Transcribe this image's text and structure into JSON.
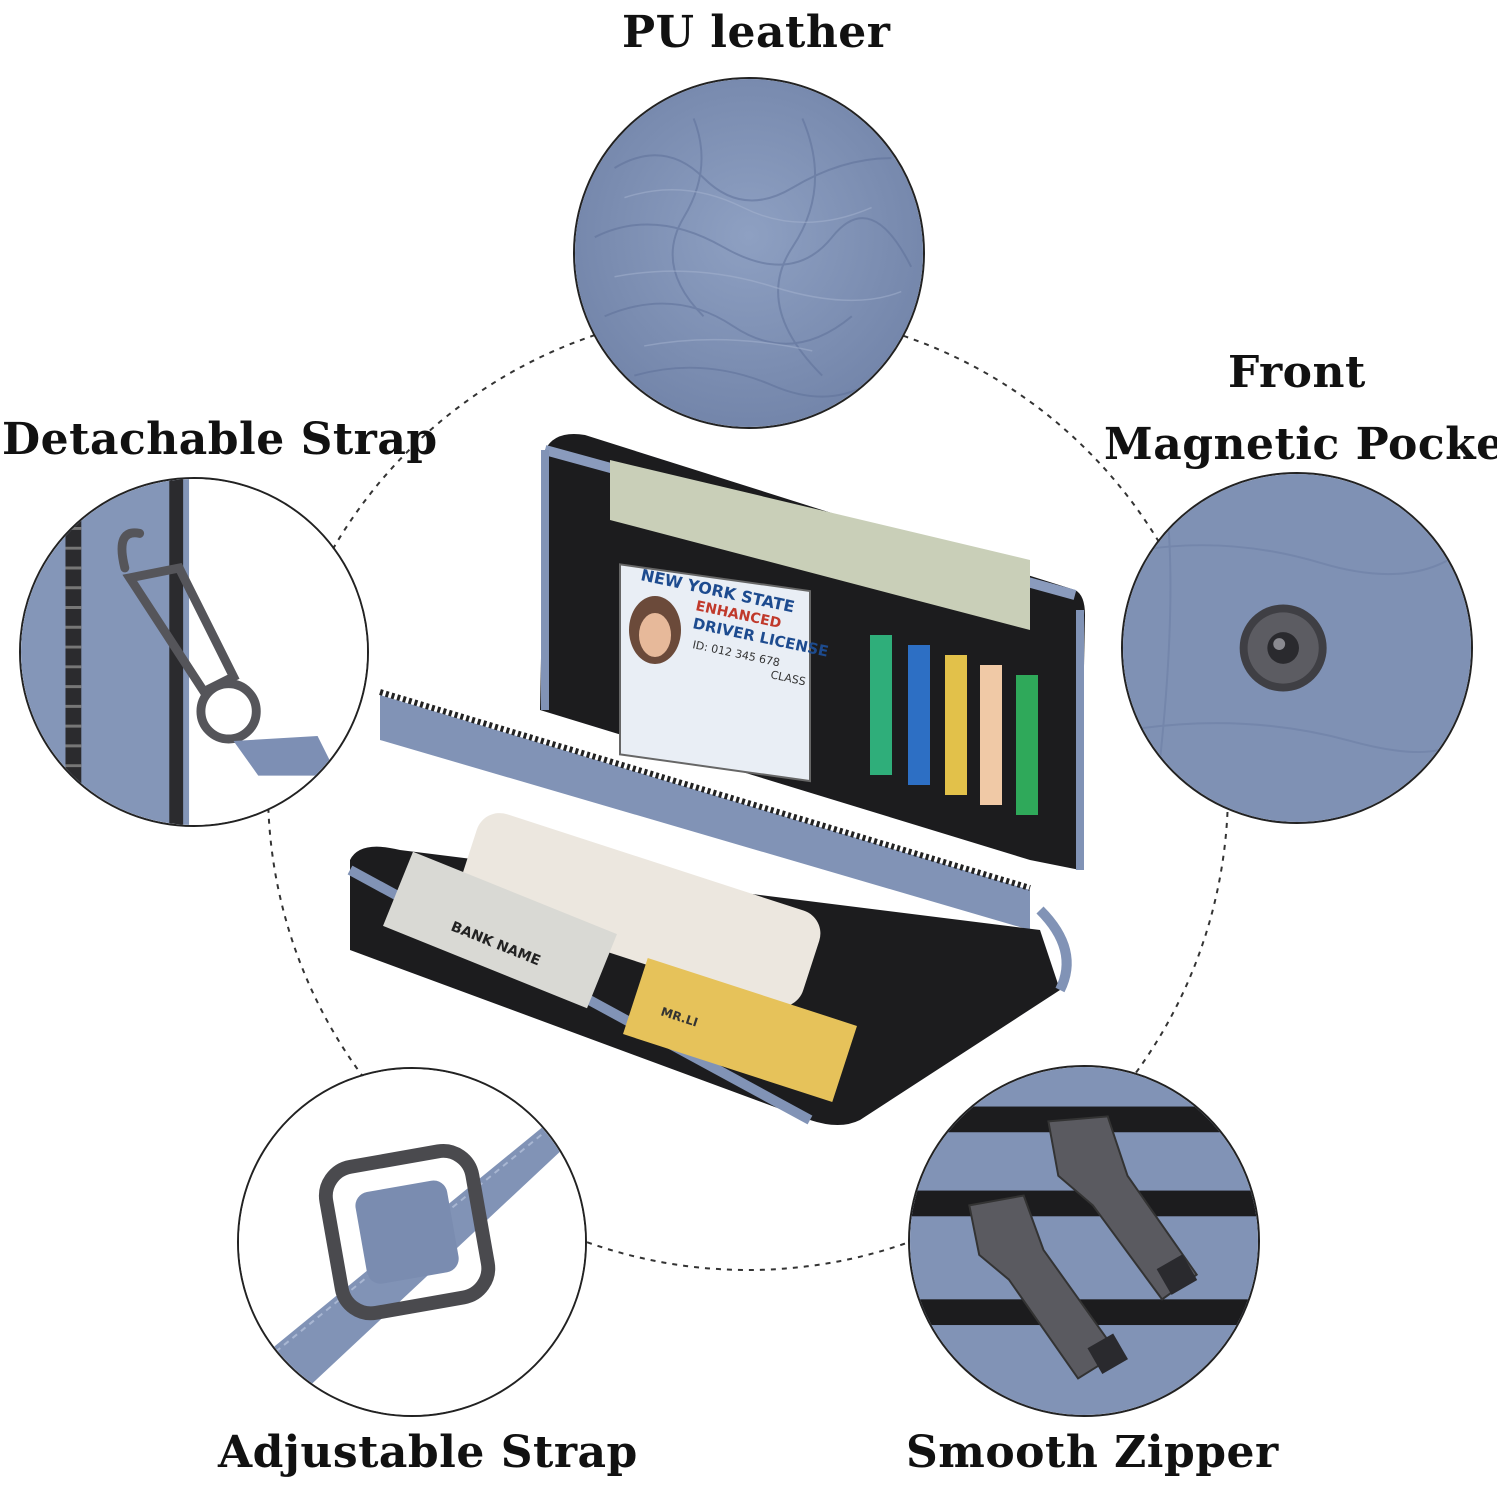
{
  "features": {
    "pu_leather": "PU leather",
    "front_pocket_line1": "Front",
    "front_pocket_line2": "Magnetic Pocket",
    "detachable_strap": "Detachable Strap",
    "adjustable_strap": "Adjustable Strap",
    "smooth_zipper": "Smooth Zipper"
  },
  "product": {
    "license_state": "NEW YORK STATE",
    "license_type": "DRIVER LICENSE",
    "license_badge": "ENHANCED",
    "license_class": "CLASS",
    "license_id": "ID: 012 345 678",
    "bank_card_name": "BANK NAME",
    "gold_card_name": "MR.LI"
  },
  "colors": {
    "leather_blue": "#8193b6",
    "leather_dark": "#6e80a4",
    "lining_black": "#1a1a1a",
    "metal_gunmetal": "#4a4a4e"
  },
  "icons": [
    "magnetic-snap-icon",
    "swivel-clasp-icon",
    "square-buckle-icon",
    "zipper-pull-icon"
  ]
}
